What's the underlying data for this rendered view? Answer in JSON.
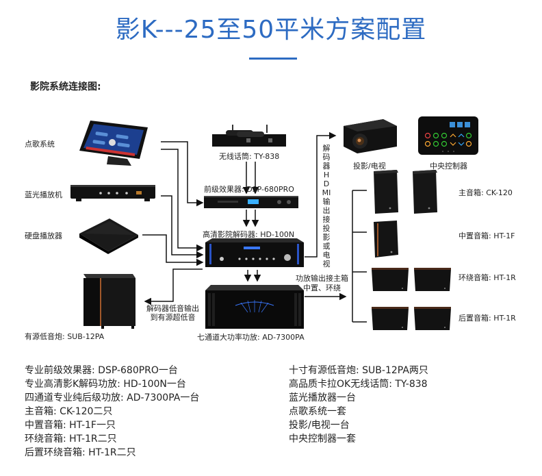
{
  "title": "影K---25至50平米方案配置",
  "subheading": "影院系统连接图:",
  "colors": {
    "accent": "#2d6bc2",
    "wire": "#111111"
  },
  "devices": {
    "karaoke_system": "点歌系统",
    "bluray_player": "蓝光播放机",
    "hdd_player": "硬盘播放器",
    "subwoofer": "有源低音炮: SUB-12PA",
    "wireless_mic": "无线话筒: TY-838",
    "preamp_effector": "前级效果器: DSP-680PRO",
    "decoder": "高清影院解码器: HD-100N",
    "power_amp": "七通道大功率功放: AD-7300PA",
    "projector": "投影/电视",
    "central_controller": "中央控制器",
    "main_speaker": "主音箱: CK-120",
    "center_speaker": "中置音箱: HT-1F",
    "surround_speaker": "环绕音箱: HT-1R",
    "rear_speaker": "后置音箱: HT-1R"
  },
  "annotations": {
    "hdmi_out": "解码器HDMI输出接投影或电视",
    "sub_out_line1": "解码器低音输出",
    "sub_out_line2": "到有源超低音",
    "amp_out_line1": "功放输出接主箱",
    "amp_out_line2": "中置、环绕"
  },
  "equipment_list_left": [
    "专业前级效果器: DSP-680PRO一台",
    "专业高清影K解码功放: HD-100N一台",
    "四通道专业纯后级功放: AD-7300PA一台",
    "主音箱: CK-120二只",
    "中置音箱: HT-1F一只",
    "环绕音箱: HT-1R二只",
    "后置环绕音箱: HT-1R二只"
  ],
  "equipment_list_right": [
    "十寸有源低音炮: SUB-12PA两只",
    "高品质卡拉OK无线话筒: TY-838",
    "蓝光播放器一台",
    "点歌系统一套",
    "投影/电视一台",
    "中央控制器一套"
  ]
}
